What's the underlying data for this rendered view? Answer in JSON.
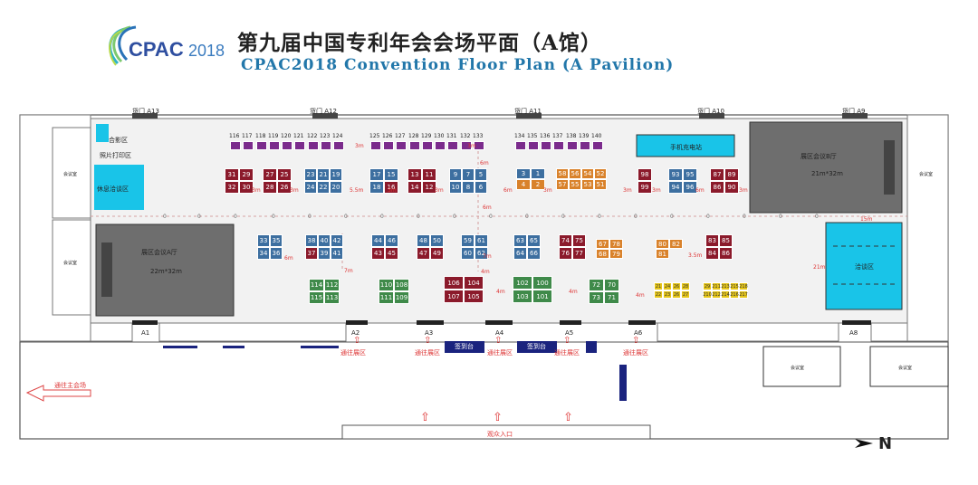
{
  "header": {
    "logo_text": "CPAC",
    "logo_year": "2018",
    "title_cn": "第九届中国专利年会会场平面（A馆）",
    "title_en": "CPAC2018 Convention Floor Plan (A Pavilion)"
  },
  "gates_top": [
    "货门 A13",
    "货门 A12",
    "货门 A11",
    "货门 A10",
    "货门 A9"
  ],
  "gates_bottom": [
    "A1",
    "A2",
    "A3",
    "A4",
    "A5",
    "A6",
    "A8"
  ],
  "areas": {
    "photo": "合影区",
    "print": "照片打印区",
    "rest": "休息洽谈区",
    "charge": "手机充电站",
    "hall_b": "展区会议B厅",
    "hall_b_size": "21m*32m",
    "hall_a": "展区会议A厅",
    "hall_a_size": "22m*32m",
    "nego": "洽谈区",
    "meeting": "会议室",
    "signin": "签到台",
    "to_exhibit": "通往展区",
    "to_main": "通往主会场",
    "entrance": "观众入口",
    "north": "N"
  },
  "booths_top_row_purple": [
    "116",
    "117",
    "118",
    "119",
    "120",
    "121",
    "122",
    "123",
    "124",
    "125",
    "126",
    "127",
    "128",
    "129",
    "130",
    "131",
    "132",
    "133",
    "134",
    "135",
    "136",
    "137",
    "138",
    "139",
    "140"
  ],
  "booths": [
    {
      "n": "31",
      "c": "#8b1a2b"
    },
    {
      "n": "29",
      "c": "#8b1a2b"
    },
    {
      "n": "32",
      "c": "#8b1a2b"
    },
    {
      "n": "30",
      "c": "#8b1a2b"
    },
    {
      "n": "27",
      "c": "#8b1a2b"
    },
    {
      "n": "25",
      "c": "#8b1a2b"
    },
    {
      "n": "28",
      "c": "#8b1a2b"
    },
    {
      "n": "26",
      "c": "#8b1a2b"
    },
    {
      "n": "23",
      "c": "#3d6fa0"
    },
    {
      "n": "21",
      "c": "#3d6fa0"
    },
    {
      "n": "19",
      "c": "#3d6fa0"
    },
    {
      "n": "24",
      "c": "#3d6fa0"
    },
    {
      "n": "22",
      "c": "#3d6fa0"
    },
    {
      "n": "20",
      "c": "#3d6fa0"
    },
    {
      "n": "17",
      "c": "#3d6fa0"
    },
    {
      "n": "15",
      "c": "#3d6fa0"
    },
    {
      "n": "18",
      "c": "#3d6fa0"
    },
    {
      "n": "16",
      "c": "#8b1a2b"
    },
    {
      "n": "13",
      "c": "#8b1a2b"
    },
    {
      "n": "11",
      "c": "#8b1a2b"
    },
    {
      "n": "14",
      "c": "#8b1a2b"
    },
    {
      "n": "12",
      "c": "#8b1a2b"
    },
    {
      "n": "9",
      "c": "#3d6fa0"
    },
    {
      "n": "7",
      "c": "#3d6fa0"
    },
    {
      "n": "5",
      "c": "#3d6fa0"
    },
    {
      "n": "10",
      "c": "#3d6fa0"
    },
    {
      "n": "8",
      "c": "#3d6fa0"
    },
    {
      "n": "6",
      "c": "#3d6fa0"
    },
    {
      "n": "3",
      "c": "#3d6fa0"
    },
    {
      "n": "1",
      "c": "#3d6fa0"
    },
    {
      "n": "4",
      "c": "#d9822b"
    },
    {
      "n": "2",
      "c": "#d9822b"
    },
    {
      "n": "58",
      "c": "#d9822b"
    },
    {
      "n": "56",
      "c": "#d9822b"
    },
    {
      "n": "54",
      "c": "#d9822b"
    },
    {
      "n": "52",
      "c": "#d9822b"
    },
    {
      "n": "57",
      "c": "#d9822b"
    },
    {
      "n": "55",
      "c": "#d9822b"
    },
    {
      "n": "53",
      "c": "#d9822b"
    },
    {
      "n": "51",
      "c": "#d9822b"
    },
    {
      "n": "98",
      "c": "#8b1a2b"
    },
    {
      "n": "99",
      "c": "#8b1a2b"
    },
    {
      "n": "93",
      "c": "#3d6fa0"
    },
    {
      "n": "95",
      "c": "#3d6fa0"
    },
    {
      "n": "94",
      "c": "#3d6fa0"
    },
    {
      "n": "96",
      "c": "#3d6fa0"
    },
    {
      "n": "87",
      "c": "#8b1a2b"
    },
    {
      "n": "89",
      "c": "#8b1a2b"
    },
    {
      "n": "86",
      "c": "#8b1a2b"
    },
    {
      "n": "90",
      "c": "#8b1a2b"
    },
    {
      "n": "33",
      "c": "#3d6fa0"
    },
    {
      "n": "35",
      "c": "#3d6fa0"
    },
    {
      "n": "34",
      "c": "#3d6fa0"
    },
    {
      "n": "36",
      "c": "#3d6fa0"
    },
    {
      "n": "38",
      "c": "#3d6fa0"
    },
    {
      "n": "40",
      "c": "#3d6fa0"
    },
    {
      "n": "42",
      "c": "#3d6fa0"
    },
    {
      "n": "37",
      "c": "#8b1a2b"
    },
    {
      "n": "39",
      "c": "#3d6fa0"
    },
    {
      "n": "41",
      "c": "#3d6fa0"
    },
    {
      "n": "44",
      "c": "#3d6fa0"
    },
    {
      "n": "46",
      "c": "#3d6fa0"
    },
    {
      "n": "43",
      "c": "#8b1a2b"
    },
    {
      "n": "45",
      "c": "#8b1a2b"
    },
    {
      "n": "48",
      "c": "#3d6fa0"
    },
    {
      "n": "50",
      "c": "#3d6fa0"
    },
    {
      "n": "47",
      "c": "#8b1a2b"
    },
    {
      "n": "49",
      "c": "#8b1a2b"
    },
    {
      "n": "59",
      "c": "#3d6fa0"
    },
    {
      "n": "61",
      "c": "#3d6fa0"
    },
    {
      "n": "60",
      "c": "#3d6fa0"
    },
    {
      "n": "62",
      "c": "#3d6fa0"
    },
    {
      "n": "63",
      "c": "#3d6fa0"
    },
    {
      "n": "65",
      "c": "#3d6fa0"
    },
    {
      "n": "64",
      "c": "#3d6fa0"
    },
    {
      "n": "66",
      "c": "#3d6fa0"
    },
    {
      "n": "74",
      "c": "#8b1a2b"
    },
    {
      "n": "75",
      "c": "#8b1a2b"
    },
    {
      "n": "76",
      "c": "#8b1a2b"
    },
    {
      "n": "77",
      "c": "#8b1a2b"
    },
    {
      "n": "67",
      "c": "#d9822b"
    },
    {
      "n": "78",
      "c": "#d9822b"
    },
    {
      "n": "68",
      "c": "#d9822b"
    },
    {
      "n": "79",
      "c": "#d9822b"
    },
    {
      "n": "80",
      "c": "#d9822b"
    },
    {
      "n": "82",
      "c": "#d9822b"
    },
    {
      "n": "81",
      "c": "#d9822b"
    },
    {
      "n": "83",
      "c": "#8b1a2b"
    },
    {
      "n": "85",
      "c": "#8b1a2b"
    },
    {
      "n": "84",
      "c": "#8b1a2b"
    },
    {
      "n": "86",
      "c": "#8b1a2b"
    },
    {
      "n": "114",
      "c": "#3f8a4a"
    },
    {
      "n": "112",
      "c": "#3f8a4a"
    },
    {
      "n": "115",
      "c": "#3f8a4a"
    },
    {
      "n": "113",
      "c": "#3f8a4a"
    },
    {
      "n": "110",
      "c": "#3f8a4a"
    },
    {
      "n": "108",
      "c": "#3f8a4a"
    },
    {
      "n": "111",
      "c": "#3f8a4a"
    },
    {
      "n": "109",
      "c": "#3f8a4a"
    },
    {
      "n": "106",
      "c": "#8b1a2b"
    },
    {
      "n": "104",
      "c": "#8b1a2b"
    },
    {
      "n": "107",
      "c": "#8b1a2b"
    },
    {
      "n": "105",
      "c": "#8b1a2b"
    },
    {
      "n": "102",
      "c": "#3f8a4a"
    },
    {
      "n": "100",
      "c": "#3f8a4a"
    },
    {
      "n": "103",
      "c": "#3f8a4a"
    },
    {
      "n": "101",
      "c": "#3f8a4a"
    },
    {
      "n": "72",
      "c": "#3f8a4a"
    },
    {
      "n": "70",
      "c": "#3f8a4a"
    },
    {
      "n": "73",
      "c": "#3f8a4a"
    },
    {
      "n": "71",
      "c": "#3f8a4a"
    },
    {
      "n": "21",
      "c": "#e6c619"
    },
    {
      "n": "24",
      "c": "#e6c619"
    },
    {
      "n": "26",
      "c": "#e6c619"
    },
    {
      "n": "28",
      "c": "#e6c619"
    },
    {
      "n": "22",
      "c": "#e6c619"
    },
    {
      "n": "23",
      "c": "#e6c619"
    },
    {
      "n": "26",
      "c": "#e6c619"
    },
    {
      "n": "27",
      "c": "#e6c619"
    },
    {
      "n": "29",
      "c": "#e6c619"
    },
    {
      "n": "211",
      "c": "#e6c619"
    },
    {
      "n": "213",
      "c": "#e6c619"
    },
    {
      "n": "215",
      "c": "#e6c619"
    },
    {
      "n": "218",
      "c": "#e6c619"
    },
    {
      "n": "210",
      "c": "#e6c619"
    },
    {
      "n": "212",
      "c": "#e6c619"
    },
    {
      "n": "214",
      "c": "#e6c619"
    },
    {
      "n": "216",
      "c": "#e6c619"
    },
    {
      "n": "217",
      "c": "#e6c619"
    }
  ],
  "distances": [
    "3m",
    "3m",
    "5.5m",
    "3m",
    "3m",
    "6m",
    "3m",
    "3m",
    "3m",
    "6m",
    "3m",
    "3m",
    "3m",
    "6m",
    "6m",
    "7m",
    "7m",
    "4m",
    "4m",
    "4m",
    "4m",
    "3.5m",
    "6m",
    "15m",
    "21m"
  ],
  "zero_mark": "0"
}
